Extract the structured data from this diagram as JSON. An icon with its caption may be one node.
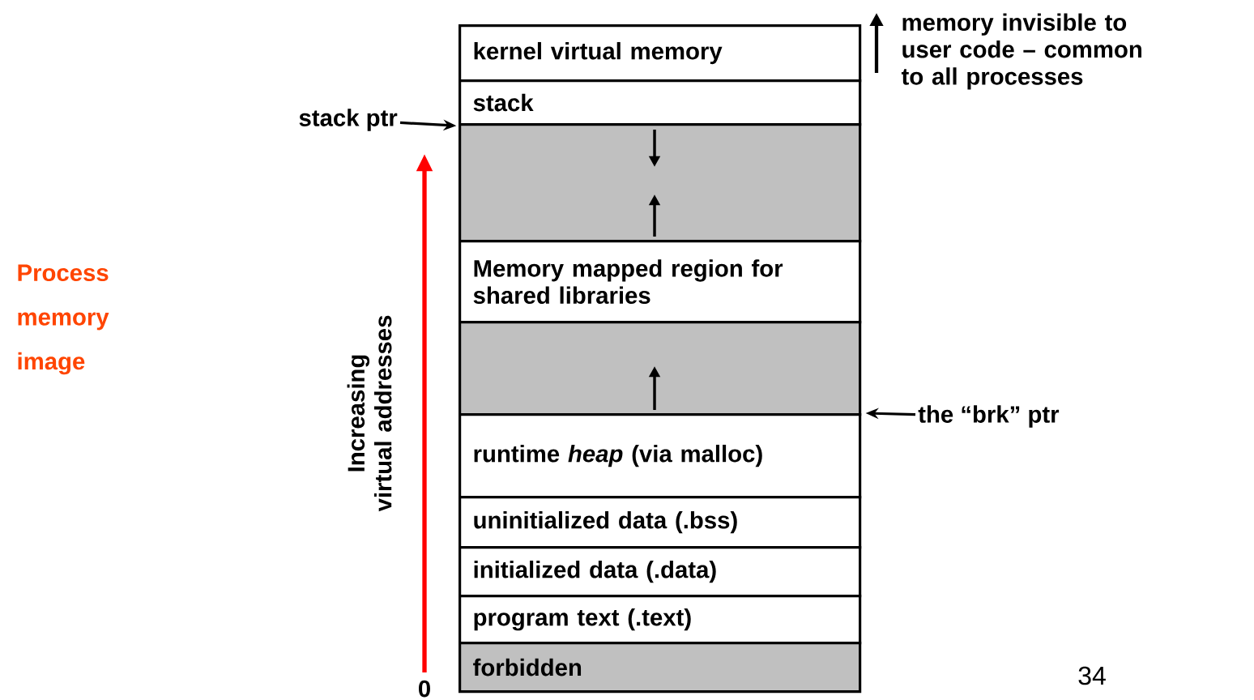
{
  "diagram": {
    "nodes": [
      {
        "text": [
          "kernel virtual memory"
        ]
      },
      {
        "text": [
          "stack"
        ]
      },
      {
        "text": [],
        "shape": "box"
      },
      {
        "text": [
          "Memory mapped region for shared libraries"
        ]
      },
      {
        "text": [],
        "shape": "box"
      },
      {
        "text": [
          "runtime *heap* (via malloc)"
        ]
      },
      {
        "text": [
          "uninitialized data (.bss)"
        ]
      },
      {
        "text": [
          "initialized data (.data)"
        ]
      },
      {
        "text": [
          "program text (.text)"
        ]
      },
      {
        "text": [
          "forbidden"
        ]
      },
      {
        "text": [
          "stack ptr"
        ]
      },
      {
        "text": [
          "the “brk” ptr"
        ]
      }
    ],
    "edges": [
      {
        "from": 10,
        "to": 1,
        "arrow": "to"
      },
      {
        "from": 11,
        "to": 5,
        "arrow": "to"
      }
    ],
    "labels": [
      "memory invisible to user code – common to all processes",
      "Process memory image",
      "Increasing virtual addresses",
      "0",
      "34"
    ]
  }
}
